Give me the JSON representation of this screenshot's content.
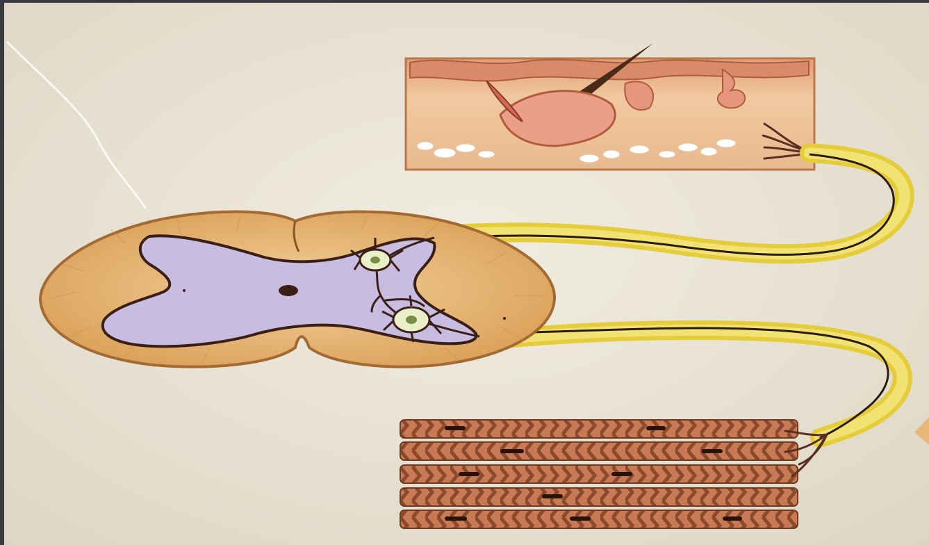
{
  "figure": {
    "colors": {
      "frame": "#3a3b40",
      "paper": "#ece7d8",
      "white_matter": "#e7b46b",
      "gray_matter": "#c9bfe0",
      "outline": "#5a2e20",
      "nerve": "#e8d142",
      "nerve_core": "#2a1a10",
      "skin": "#e5a77a",
      "muscle": "#b8653f",
      "neuron": "#e9f0c8"
    },
    "components": [
      "skin",
      "spinal-cord-section",
      "sensory-neuron",
      "motor-neuron",
      "muscle-fibers",
      "afferent-nerve",
      "efferent-nerve"
    ]
  }
}
